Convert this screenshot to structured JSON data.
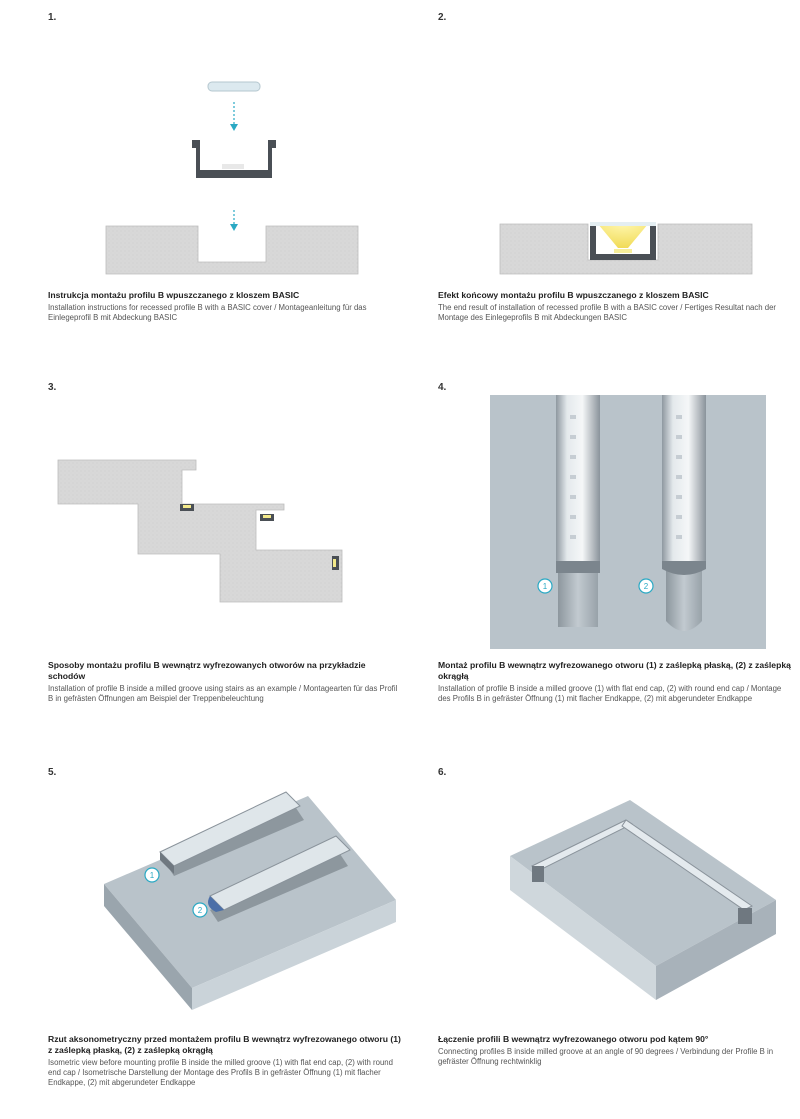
{
  "panels": [
    {
      "number": "1.",
      "title": "Instrukcja montażu profilu B wpuszczanego z kloszem BASIC",
      "description": "Installation instructions for recessed profile B with a BASIC cover / Montageanleitung für das Einlegeprofil B mit Abdeckung BASIC"
    },
    {
      "number": "2.",
      "title": "Efekt końcowy montażu profilu B wpuszczanego z kloszem BASIC",
      "description": "The end result of installation of recessed profile B with a BASIC cover / Fertiges Resultat nach der Montage des Einlegeprofils B mit Abdeckungen BASIC"
    },
    {
      "number": "3.",
      "title": "Sposoby montażu profilu B wewnątrz wyfrezowanych otworów na przykładzie schodów",
      "description": "Installation of profile B inside a milled groove using stairs as an example / Montagearten für das Profil B in gefrästen Öffnungen am Beispiel der Treppenbeleuchtung"
    },
    {
      "number": "4.",
      "title": "Montaż profilu B wewnątrz wyfrezowanego otworu (1) z zaślepką płaską, (2) z zaślepką okrągłą",
      "description": "Installation of profile B inside a milled groove (1) with flat end cap, (2) with round end cap / Montage des Profils B in gefräster Öffnung (1) mit flacher Endkappe, (2) mit abgerundeter Endkappe",
      "markers": [
        "1",
        "2"
      ]
    },
    {
      "number": "5.",
      "title": "Rzut aksonometryczny przed montażem profilu B wewnątrz wyfrezowanego otworu (1) z zaślepką płaską, (2) z zaślepką okrągłą",
      "description": "Isometric view before mounting profile B inside the milled groove (1) with flat end cap, (2) with round end cap / Isometrische Darstellung der Montage des Profils B in gefräster Öffnung (1) mit flacher Endkappe, (2) mit abgerundeter Endkappe",
      "markers": [
        "1",
        "2"
      ]
    },
    {
      "number": "6.",
      "title": "Łączenie profili B wewnątrz wyfrezowanego otworu pod kątem 90°",
      "description": "Connecting profiles B inside milled groove at an angle of 90 degrees / Verbindung der Profile B in gefräster Öffnung rechtwinklig"
    }
  ],
  "colors": {
    "accent": "#2aa9c4",
    "wall": "#d6d6d6",
    "profile": "#4a4f55",
    "light": "#f3e98a",
    "render_bg": "#b9c3ca"
  }
}
